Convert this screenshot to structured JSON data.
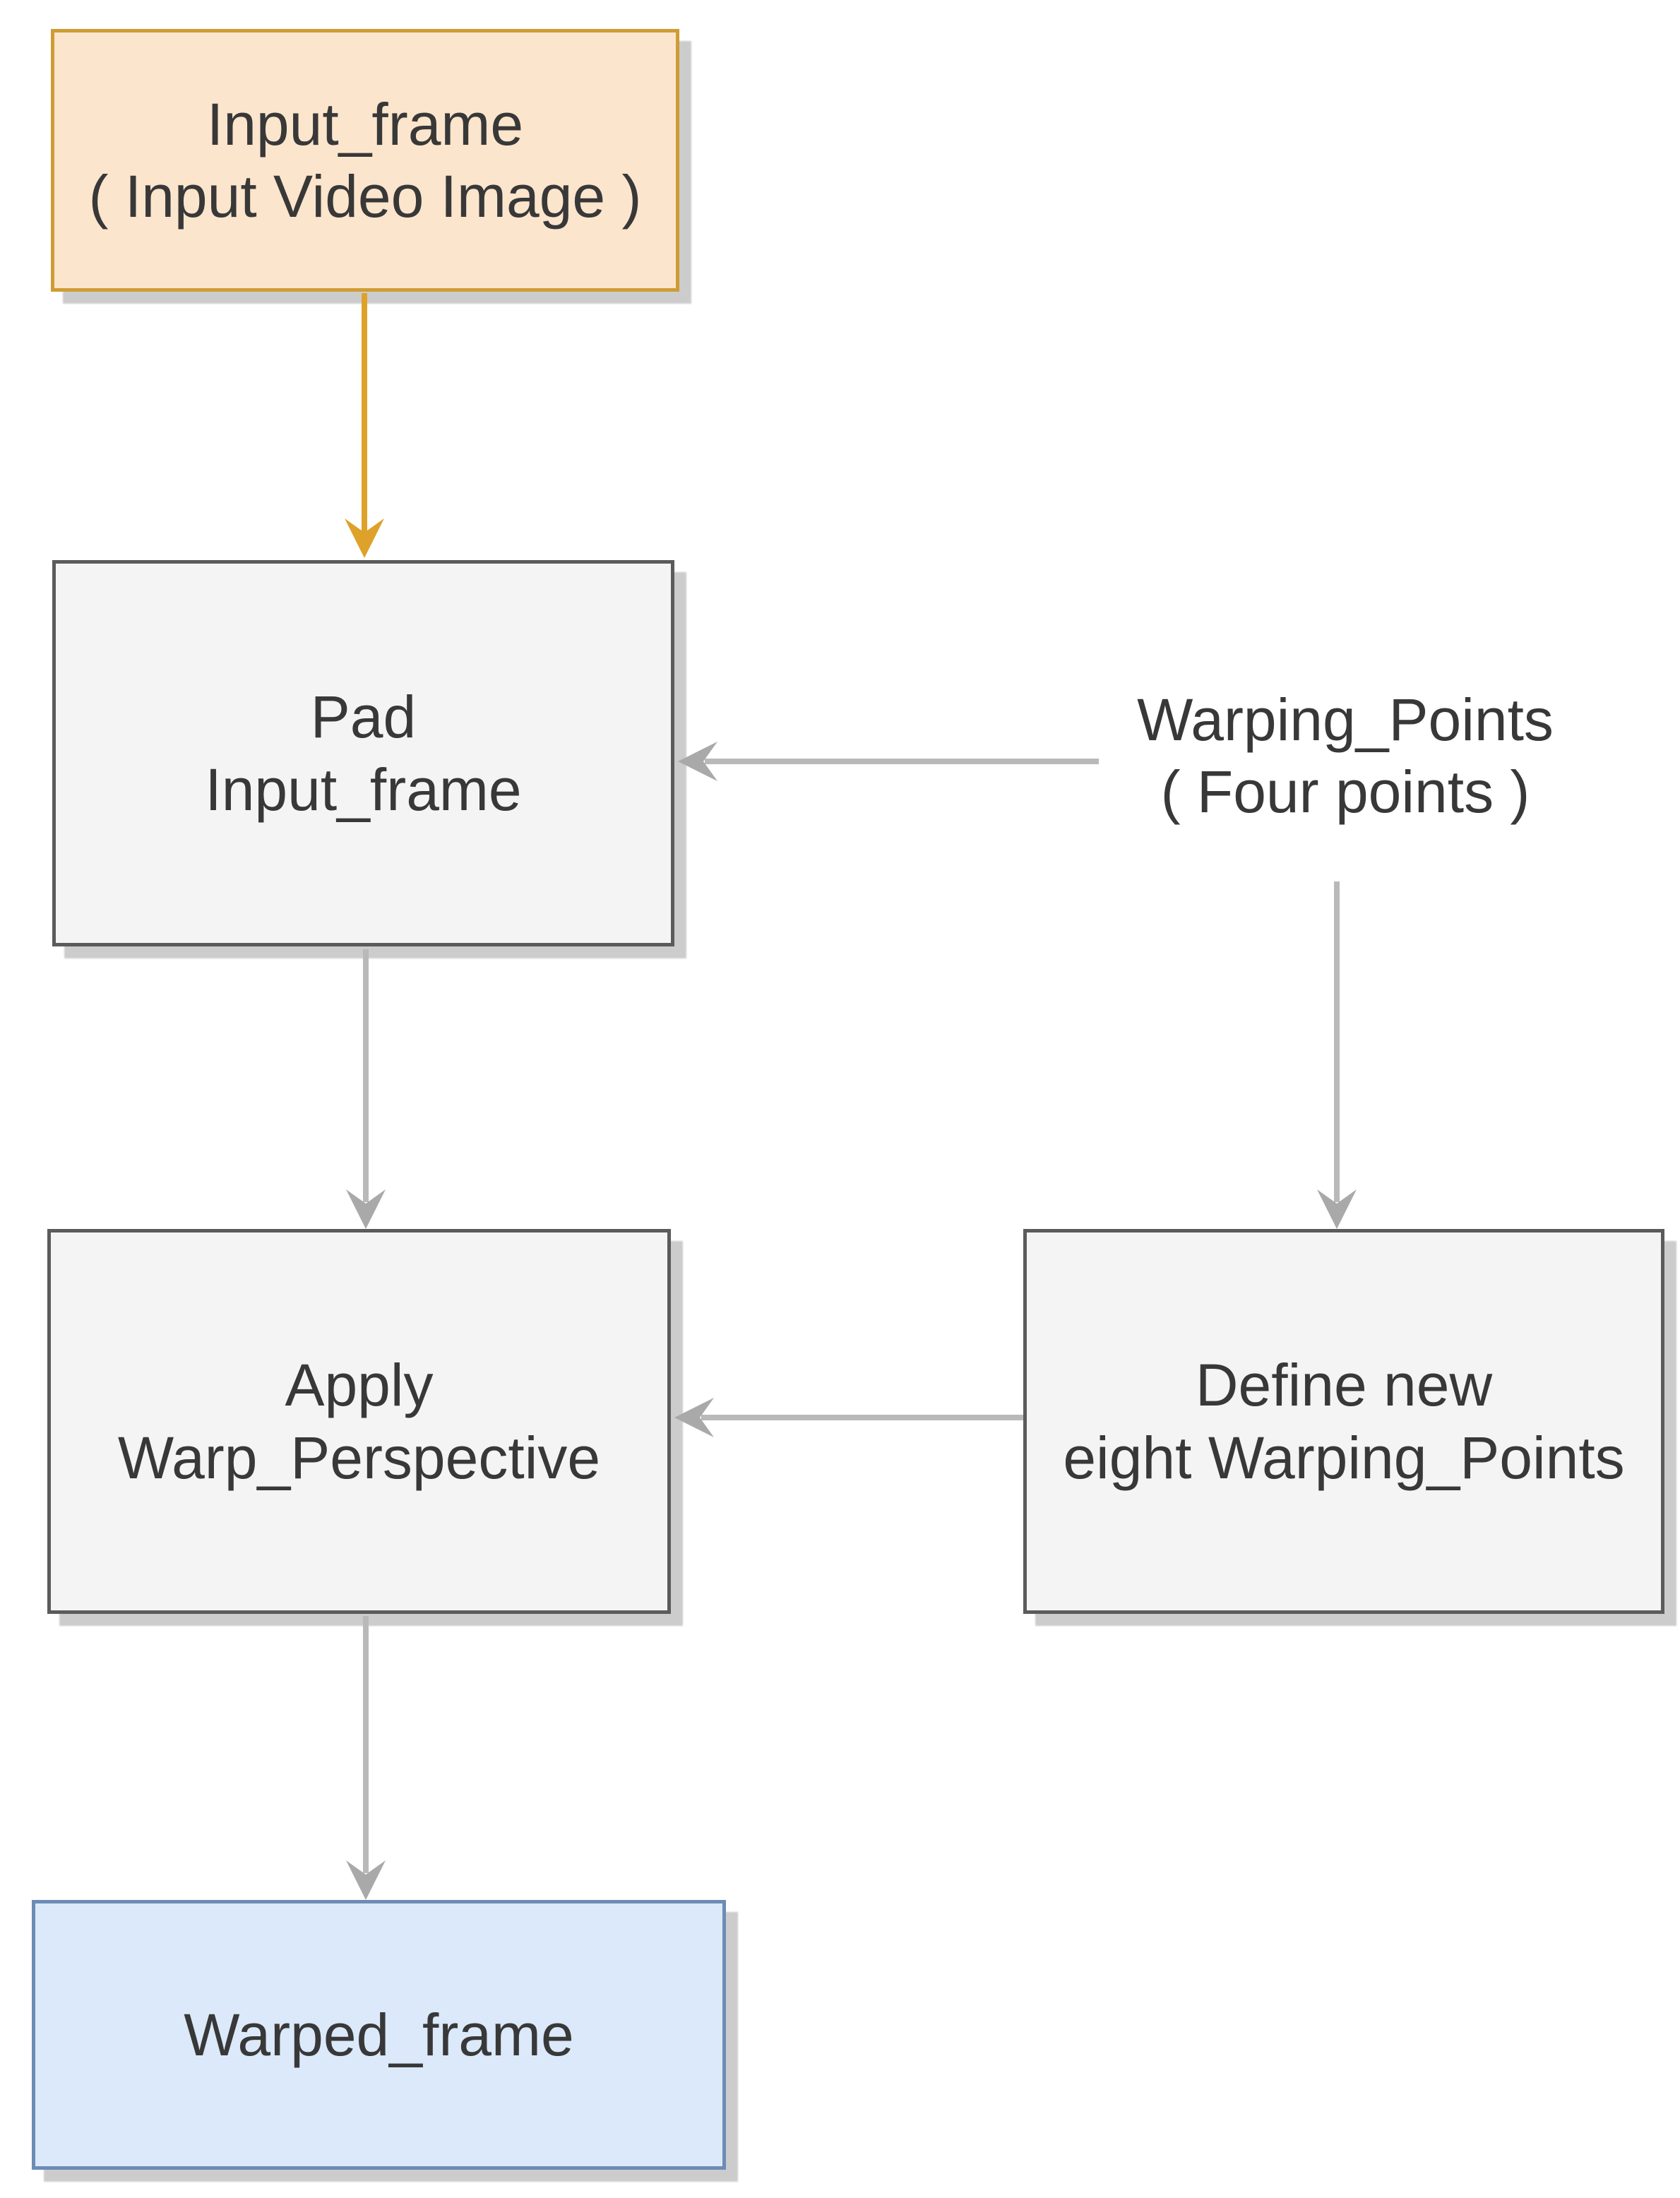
{
  "page": {
    "background": "#ffffff",
    "kind": "flowchart"
  },
  "colors": {
    "orange-fill": "#fce5cd",
    "orange-stroke": "#cf9c34",
    "gray-fill": "#f5f4f4",
    "gray-stroke": "#5b5b5b",
    "blue-fill": "#dbe9fa",
    "blue-stroke": "#6d8cb5",
    "text-color": "#383838",
    "arrow-gray": "#b9b9b9",
    "arrowhead-gray": "#a9a9a9",
    "arrow-orange": "#dea129",
    "shadow-color": "rgba(0,0,0,0.20)"
  },
  "nodes": {
    "input_frame": {
      "line1": "Input_frame",
      "line2": "( Input Video Image )"
    },
    "pad_input_frame": {
      "line1": "Pad",
      "line2": "Input_frame"
    },
    "warping_points": {
      "line1": "Warping_Points",
      "line2": "( Four points )"
    },
    "apply_warp_perspective": {
      "line1": "Apply",
      "line2": "Warp_Perspective"
    },
    "define_new_points": {
      "line1": "Define new",
      "line2": "eight Warping_Points"
    },
    "warped_frame": {
      "line1": "Warped_frame"
    }
  },
  "arrows": [
    {
      "name": "input-frame-to-pad",
      "color": "orange",
      "direction": "down"
    },
    {
      "name": "warping-points-to-pad",
      "color": "gray",
      "direction": "left"
    },
    {
      "name": "warping-points-to-define",
      "color": "gray",
      "direction": "down"
    },
    {
      "name": "pad-to-apply",
      "color": "gray",
      "direction": "down"
    },
    {
      "name": "define-to-apply",
      "color": "gray",
      "direction": "left"
    },
    {
      "name": "apply-to-warped",
      "color": "gray",
      "direction": "down"
    }
  ]
}
